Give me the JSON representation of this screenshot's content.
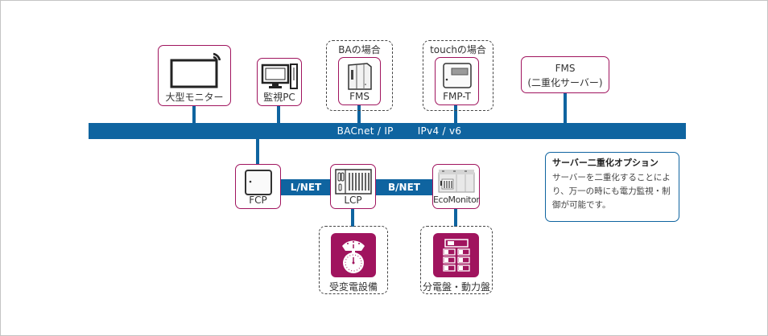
{
  "diagram": {
    "bus_label": "BACnet / IP",
    "bus_label_version": "IPv4 / v6",
    "colors": {
      "bus": "#0f64a0",
      "node_border": "#a0145e",
      "tile": "#a0145e",
      "note_border": "#0f64a0"
    },
    "upper_nodes": [
      {
        "id": "large-monitor",
        "label": "大型モニター",
        "icon": "monitor-wifi-icon"
      },
      {
        "id": "monitoring-pc",
        "label": "監視PC",
        "icon": "desktop-pc-icon"
      },
      {
        "id": "fms",
        "label": "FMS",
        "icon": "server-rack-icon",
        "group_title": "BAの場合"
      },
      {
        "id": "fmp-t",
        "label": "FMP-T",
        "icon": "touch-panel-icon",
        "group_title": "touchの場合"
      },
      {
        "id": "fms-redundant",
        "label_line1": "FMS",
        "label_line2": "(二重化サーバー)"
      }
    ],
    "lower_nodes": [
      {
        "id": "fcp",
        "label": "FCP",
        "icon": "control-panel-icon"
      },
      {
        "id": "lcp",
        "label": "LCP",
        "icon": "plc-unit-icon"
      },
      {
        "id": "ecomonitor",
        "label": "EcoMonitor",
        "icon": "ecomonitor-device-icon"
      }
    ],
    "links": [
      {
        "label": "L/NET",
        "from": "fcp",
        "to": "lcp"
      },
      {
        "label": "B/NET",
        "from": "lcp",
        "to": "ecomonitor"
      }
    ],
    "field_equipment": [
      {
        "label": "受変電設備",
        "icon": "meter-gauge-icon"
      },
      {
        "label": "分電盤・動力盤",
        "icon": "distribution-board-icon"
      }
    ],
    "note": {
      "title": "サーバー二重化オプション",
      "body": "サーバーを二重化することにより、万一の時にも電力監視・制御が可能です。"
    }
  }
}
